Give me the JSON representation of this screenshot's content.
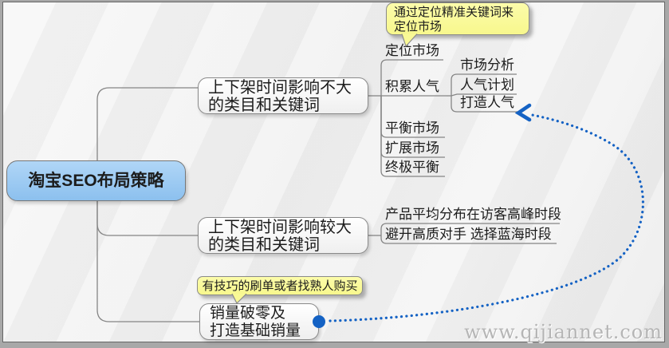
{
  "root": {
    "label": "淘宝SEO布局策略"
  },
  "branch1": {
    "line1": "上下架时间影响不大",
    "line2": "的类目和关键词",
    "children": [
      "定位市场",
      "积累人气",
      "平衡市场",
      "扩展市场",
      "终极平衡"
    ],
    "grandchildren": [
      "市场分析",
      "人气计划",
      "打造人气"
    ]
  },
  "branch2": {
    "line1": "上下架时间影响较大",
    "line2": "的类目和关键词",
    "children": [
      "产品平均分布在访客高峰时段",
      "避开高质对手 选择蓝海时段"
    ]
  },
  "branch3": {
    "line1": "销量破零及",
    "line2": "打造基础销量"
  },
  "callout_top": {
    "line1": "通过定位精准关键词来",
    "line2": "定位市场"
  },
  "callout_bottom": {
    "line1": "有技巧的刷单或者找熟人购买"
  },
  "watermark": "www.qijiannet.com",
  "colors": {
    "root_fill": "#98C7F1",
    "callout_fill": "#FBFB9B",
    "relationship_blue": "#1462C4",
    "connector_gray": "#858585",
    "background": "#F0F0F0"
  }
}
